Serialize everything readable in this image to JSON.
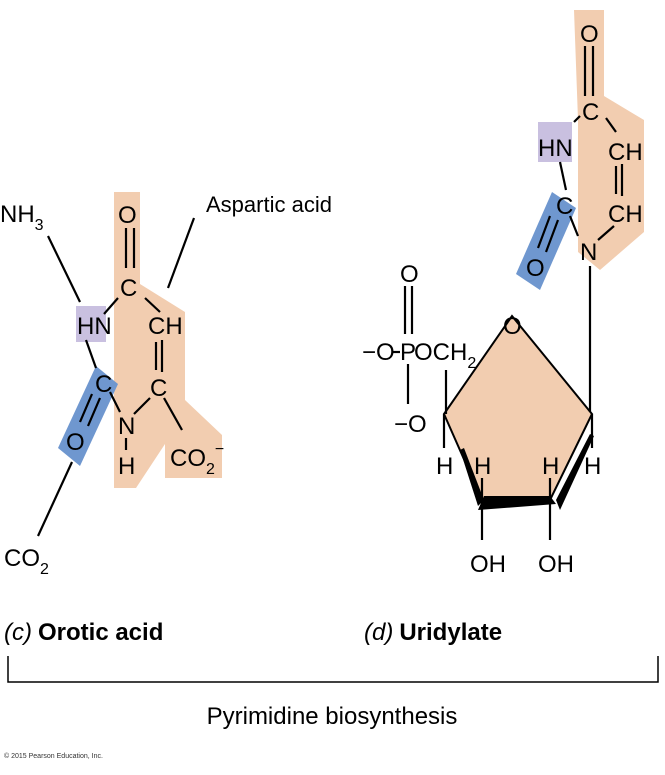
{
  "colors": {
    "aspartate_highlight": "#f2cdb0",
    "nitrogen_highlight": "#c9c0e0",
    "carbamoyl_highlight": "#6f97cf",
    "ribose_fill": "#f2cdb0"
  },
  "orotic": {
    "nh3": "NH",
    "nh3_sub": "3",
    "aspartic_label": "Aspartic acid",
    "o_top": "O",
    "c_top": "C",
    "hn": "HN",
    "ch": "CH",
    "c_left": "C",
    "c_right": "C",
    "o_left": "O",
    "n": "N",
    "h": "H",
    "co2": "CO",
    "co2_sub": "2",
    "co2_sup": "−",
    "co2_bottom": "CO",
    "co2_bottom_sub": "2",
    "caption_letter": "(c)",
    "caption_text": "Orotic acid"
  },
  "uridylate": {
    "o_top": "O",
    "c_top": "C",
    "hn": "HN",
    "ch1": "CH",
    "ch2": "CH",
    "c_mid": "C",
    "o_left": "O",
    "n": "N",
    "p_o_top": "O",
    "phosphate_left": "−O",
    "p": "P",
    "och": "OCH",
    "och_sub": "2",
    "p_o_bottom": "−O",
    "ring_o": "O",
    "h1": "H",
    "h2": "H",
    "h3": "H",
    "h4": "H",
    "oh1": "OH",
    "oh2": "OH",
    "caption_letter": "(d)",
    "caption_text": "Uridylate"
  },
  "footer": {
    "title": "Pyrimidine biosynthesis",
    "copyright": "© 2015 Pearson Education, Inc."
  }
}
